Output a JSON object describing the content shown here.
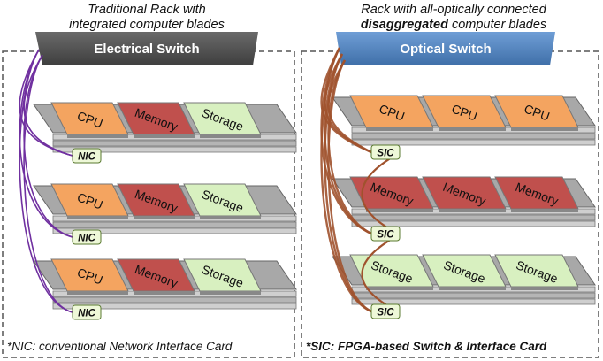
{
  "left_panel": {
    "caption_line1": "Traditional Rack with",
    "caption_line2": "integrated computer blades",
    "switch_label": "Electrical Switch",
    "blades": [
      {
        "modules": [
          "CPU",
          "Memory",
          "Storage"
        ],
        "tag": "NIC"
      },
      {
        "modules": [
          "CPU",
          "Memory",
          "Storage"
        ],
        "tag": "NIC"
      },
      {
        "modules": [
          "CPU",
          "Memory",
          "Storage"
        ],
        "tag": "NIC"
      }
    ],
    "footnote": "*NIC: conventional Network Interface Card",
    "link_color": "#7030a0"
  },
  "right_panel": {
    "caption_line1": "Rack with all-optically connected",
    "caption_line2_bold": "disaggregated",
    "caption_line2_rest": " computer blades",
    "switch_label": "Optical Switch",
    "blades": [
      {
        "modules": [
          "CPU",
          "CPU",
          "CPU"
        ],
        "tag": "SIC"
      },
      {
        "modules": [
          "Memory",
          "Memory",
          "Memory"
        ],
        "tag": "SIC"
      },
      {
        "modules": [
          "Storage",
          "Storage",
          "Storage"
        ],
        "tag": "SIC"
      }
    ],
    "footnote": "*SIC: FPGA-based Switch & Interface Card",
    "link_color": "#a0522d"
  },
  "colors": {
    "cpu": "#f4a460",
    "memory": "#c0504d",
    "storage": "#d8f0c0",
    "electrical_switch": "#555555",
    "optical_switch": "#4f81bd",
    "tag_fill": "#eef8d8"
  }
}
